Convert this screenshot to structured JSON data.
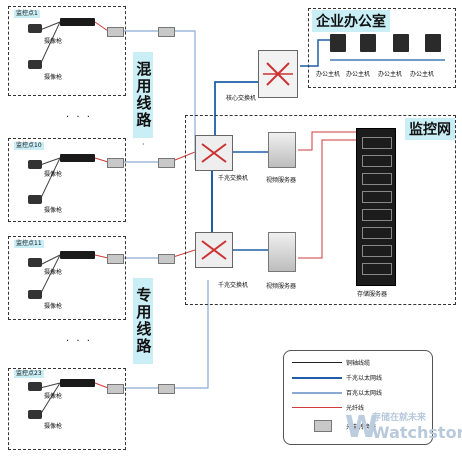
{
  "sites": [
    {
      "name": "监控点1",
      "cams": [
        "摄像枪",
        "摄像枪"
      ]
    },
    {
      "name": "监控点10",
      "cams": [
        "摄像枪",
        "摄像枪"
      ]
    },
    {
      "name": "监控点11",
      "cams": [
        "摄像枪",
        "摄像枪"
      ]
    },
    {
      "name": "监控点23",
      "cams": [
        "摄像枪",
        "摄像枪"
      ]
    }
  ],
  "lines": {
    "mixed": "混用线路",
    "dedicated": "专用线路"
  },
  "office": {
    "title": "企业办公室",
    "pcs": [
      "办公主机",
      "办公主机",
      "办公主机",
      "办公主机"
    ]
  },
  "core_switch": "核心交换机",
  "switches": [
    "千兆交换机",
    "千兆交换机"
  ],
  "servers": [
    "视频服务器",
    "视频服务器"
  ],
  "monitor_net": {
    "title": "监控网",
    "storage": "存储服务器"
  },
  "legend": {
    "items": [
      "铜轴线缆",
      "千兆以太网线",
      "百兆以太网线",
      "光纤线",
      "光电转换器"
    ]
  },
  "watermark": {
    "cn": "存储在就未来",
    "en": "Watchstor"
  },
  "colors": {
    "copper": "#222222",
    "gigabit": "#1f5fa8",
    "fast": "#8aaad4",
    "fiber": "#d23a3a",
    "label_bg": "#c9eef6"
  }
}
